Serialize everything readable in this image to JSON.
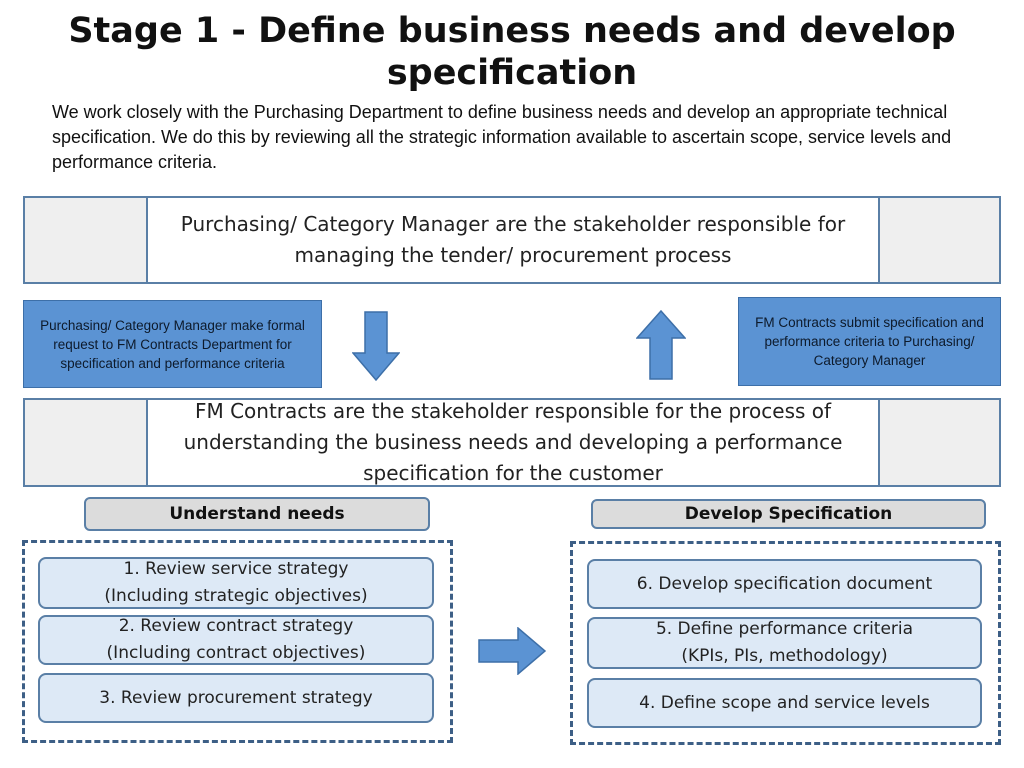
{
  "title": "Stage 1 - Define business needs and develop specification",
  "intro": "We work closely with the Purchasing Department to define business needs and develop an appropriate technical specification. We do this by reviewing all the strategic information available to ascertain scope, service levels and performance criteria.",
  "band_top": "Purchasing/ Category Manager are the stakeholder responsible for managing the tender/ procurement process",
  "request_box": "Purchasing/ Category Manager make formal request to FM Contracts Department for specification and performance criteria",
  "submit_box": "FM Contracts submit specification and performance criteria to Purchasing/ Category Manager",
  "band_bottom": "FM Contracts are the stakeholder responsible for the process of understanding the business needs and developing a performance specification for the customer",
  "understand": {
    "header": "Understand needs",
    "steps": [
      "1.    Review service strategy\n(Including strategic objectives)",
      "2. Review contract strategy\n(Including contract objectives)",
      "3. Review procurement strategy"
    ]
  },
  "develop": {
    "header": "Develop Specification",
    "steps": [
      "6. Develop specification document",
      "5. Define performance criteria\n(KPIs, PIs, methodology)",
      "4. Define scope and service levels"
    ]
  },
  "colors": {
    "arrow_fill": "#5b93d3",
    "box_border": "#5a7fa6",
    "step_fill": "#dde9f6"
  }
}
